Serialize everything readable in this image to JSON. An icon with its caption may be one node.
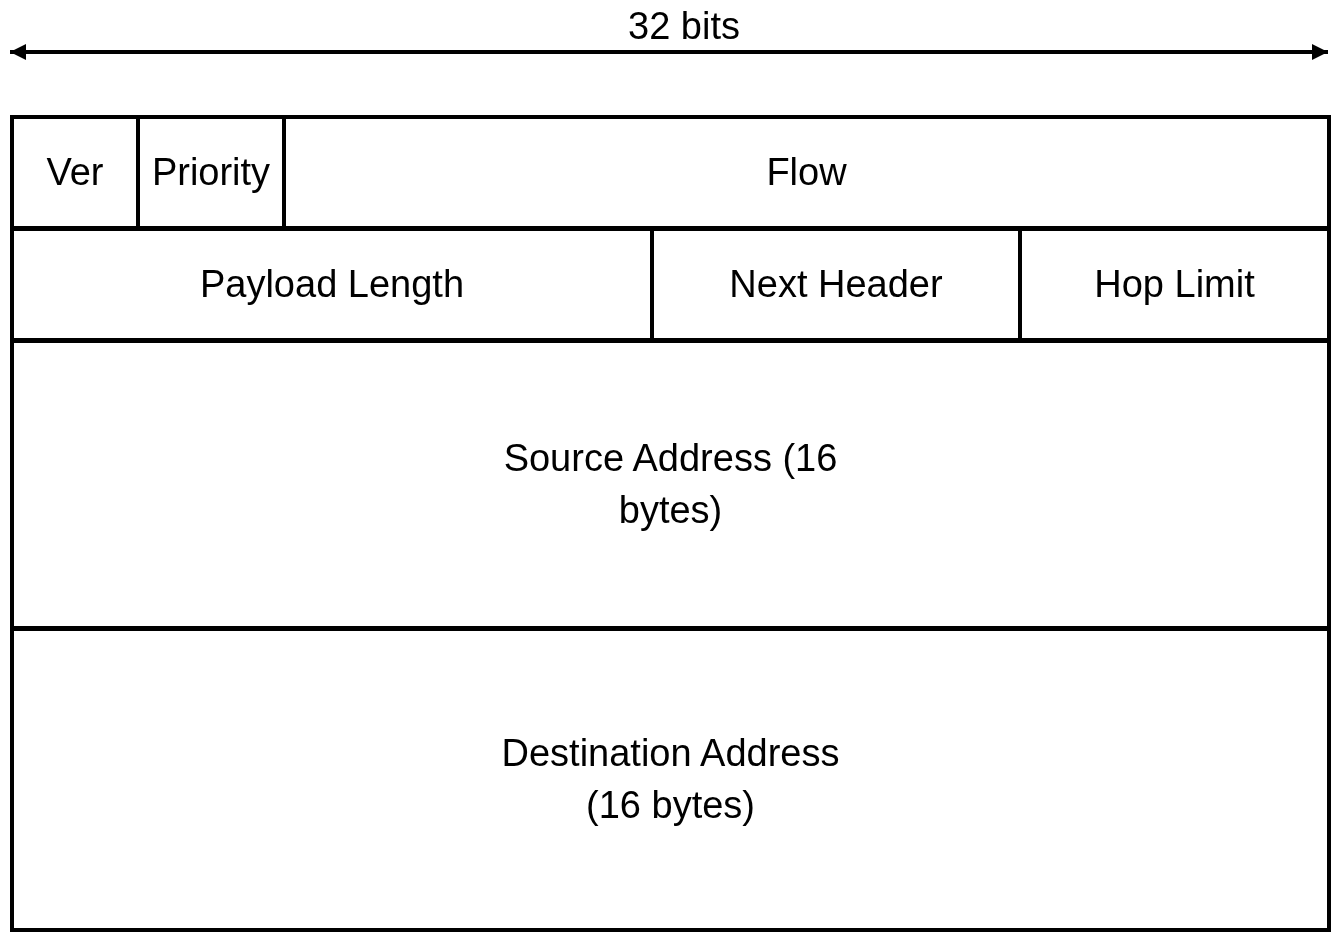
{
  "diagram": {
    "nodes": [
      {
        "text": [
          "Ver"
        ]
      },
      {
        "text": [
          "Priority"
        ]
      },
      {
        "text": [
          "Flow"
        ]
      },
      {
        "text": [
          "Payload Length"
        ]
      },
      {
        "text": [
          "Next Header"
        ]
      },
      {
        "text": [
          "Hop Limit"
        ]
      },
      {
        "text": [
          "Source Address (16 bytes)"
        ]
      },
      {
        "text": [
          "Destination Address (16 bytes)"
        ]
      }
    ],
    "edges": [],
    "labels": [
      "32 bits"
    ]
  }
}
